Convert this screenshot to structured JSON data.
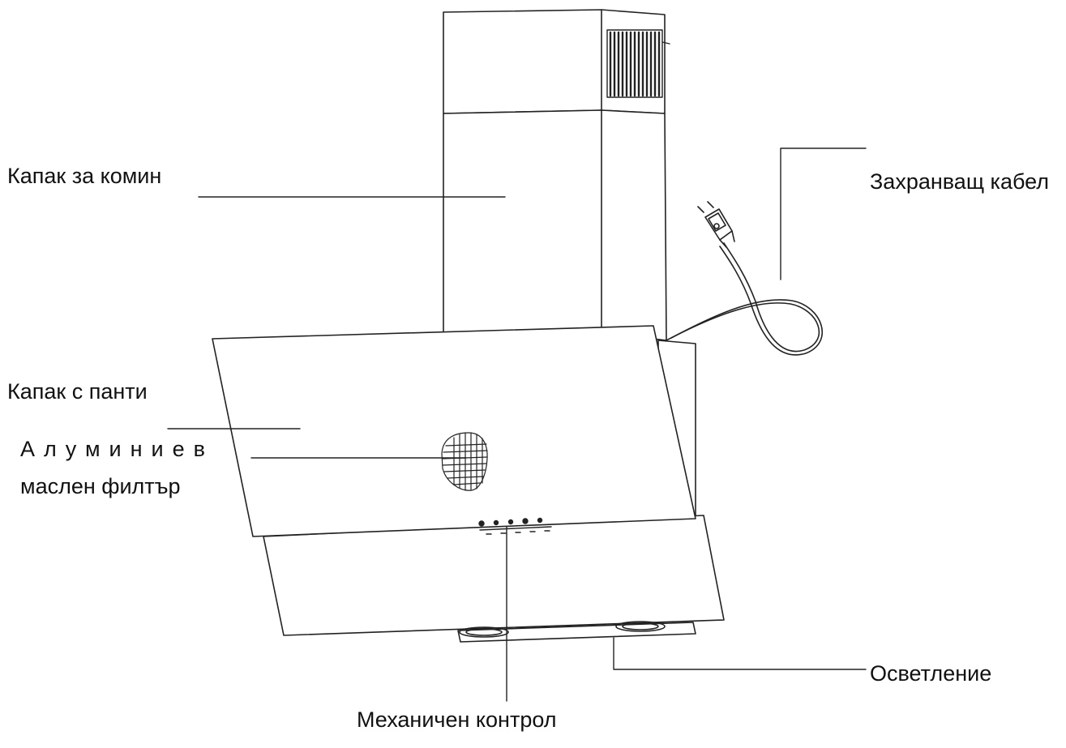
{
  "labels": {
    "chimney_cover": "Капак за комин",
    "power_cable": "Захранващ кабел",
    "hinged_cover": "Капак с панти",
    "aluminium_filter_line1": "Алуминиев",
    "aluminium_filter_line2": "маслен филтър",
    "lighting": "Осветление",
    "mechanical_control": "Механичен контрол"
  },
  "colors": {
    "line": "#222222",
    "text": "#111111",
    "background": "#ffffff"
  }
}
